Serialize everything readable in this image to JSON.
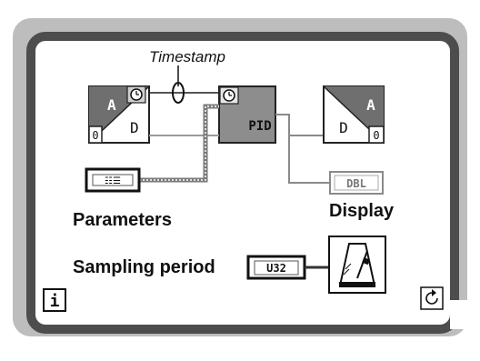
{
  "diagram": {
    "timestamp_label": "Timestamp",
    "parameters_label": "Parameters",
    "display_label": "Display",
    "sampling_label": "Sampling period",
    "input_block": {
      "top_letter": "A",
      "bottom_letter": "D",
      "corner_digit": "0"
    },
    "output_block": {
      "top_letter": "A",
      "bottom_letter": "D",
      "corner_digit": "0"
    },
    "pid_label": "PID",
    "cluster_terminal_glyph": "☷☰",
    "dbl_terminal_label": "DBL",
    "u32_terminal_label": "U32",
    "info_button_label": "i",
    "icons": [
      "clock-icon",
      "metronome-icon",
      "loop-iteration-icon",
      "info-icon"
    ]
  }
}
